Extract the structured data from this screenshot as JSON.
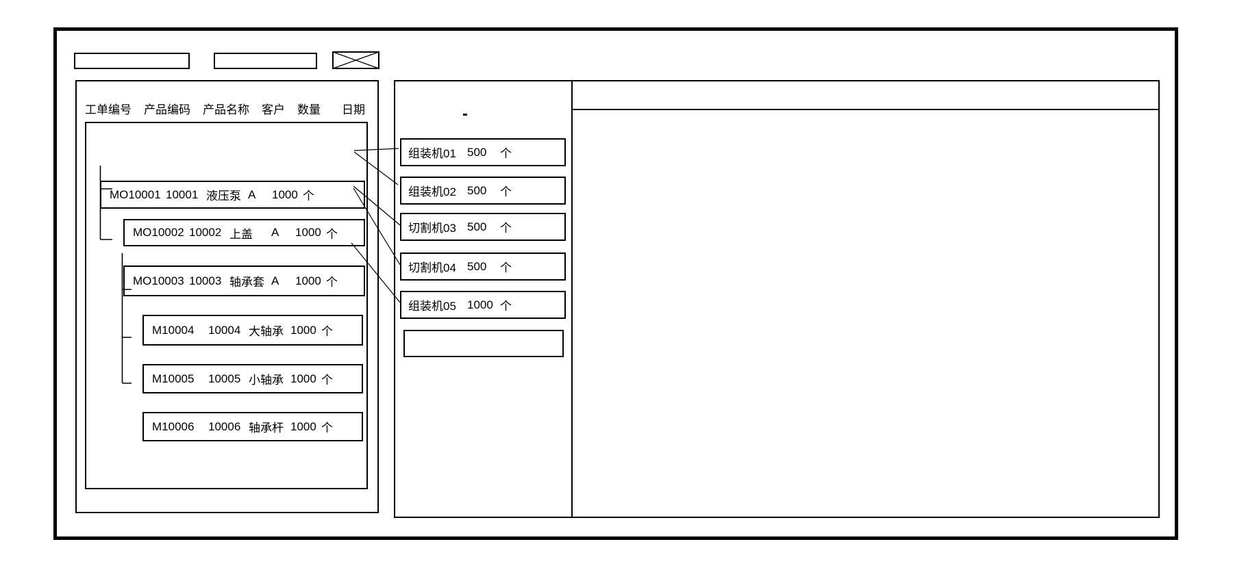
{
  "colors": {
    "border": "#000000",
    "background": "#ffffff",
    "text": "#000000"
  },
  "toolbar": {
    "field1_value": "",
    "field2_value": "",
    "image_placeholder": ""
  },
  "left_panel": {
    "columns": [
      "工单编号",
      "产品编码",
      "产品名称",
      "客户",
      "数量",
      "日期"
    ],
    "work_orders": [
      {
        "order_no": "MO10001",
        "product_code": "10001",
        "product_name": "液压泵",
        "customer": "A",
        "quantity": "1000",
        "unit": "个",
        "level": 0
      },
      {
        "order_no": "MO10002",
        "product_code": "10002",
        "product_name": "上盖",
        "customer": "A",
        "quantity": "1000",
        "unit": "个",
        "level": 1
      },
      {
        "order_no": "MO10003",
        "product_code": "10003",
        "product_name": "轴承套",
        "customer": "A",
        "quantity": "1000",
        "unit": "个",
        "level": 1
      },
      {
        "order_no": "M10004",
        "product_code": "10004",
        "product_name": "大轴承",
        "customer": "",
        "quantity": "1000",
        "unit": "个",
        "level": 2
      },
      {
        "order_no": "M10005",
        "product_code": "10005",
        "product_name": "小轴承",
        "customer": "",
        "quantity": "1000",
        "unit": "个",
        "level": 2
      },
      {
        "order_no": "M10006",
        "product_code": "10006",
        "product_name": "轴承杆",
        "customer": "",
        "quantity": "1000",
        "unit": "个",
        "level": 2
      }
    ]
  },
  "machine_panel": {
    "dot": ".",
    "machines": [
      {
        "name": "组装机01",
        "quantity": "500",
        "unit": "个"
      },
      {
        "name": "组装机02",
        "quantity": "500",
        "unit": "个"
      },
      {
        "name": "切割机03",
        "quantity": "500",
        "unit": "个"
      },
      {
        "name": "切割机04",
        "quantity": "500",
        "unit": "个"
      },
      {
        "name": "组装机05",
        "quantity": "1000",
        "unit": "个"
      },
      {
        "name": "",
        "quantity": "",
        "unit": ""
      }
    ]
  },
  "assignments": [
    {
      "from": "MO10001",
      "to": [
        "组装机01",
        "组装机02"
      ]
    },
    {
      "from": "MO10002",
      "to": [
        "切割机03",
        "切割机04"
      ]
    },
    {
      "from": "MO10003",
      "to": [
        "组装机05"
      ]
    }
  ],
  "detail_panel": {
    "content": ""
  }
}
